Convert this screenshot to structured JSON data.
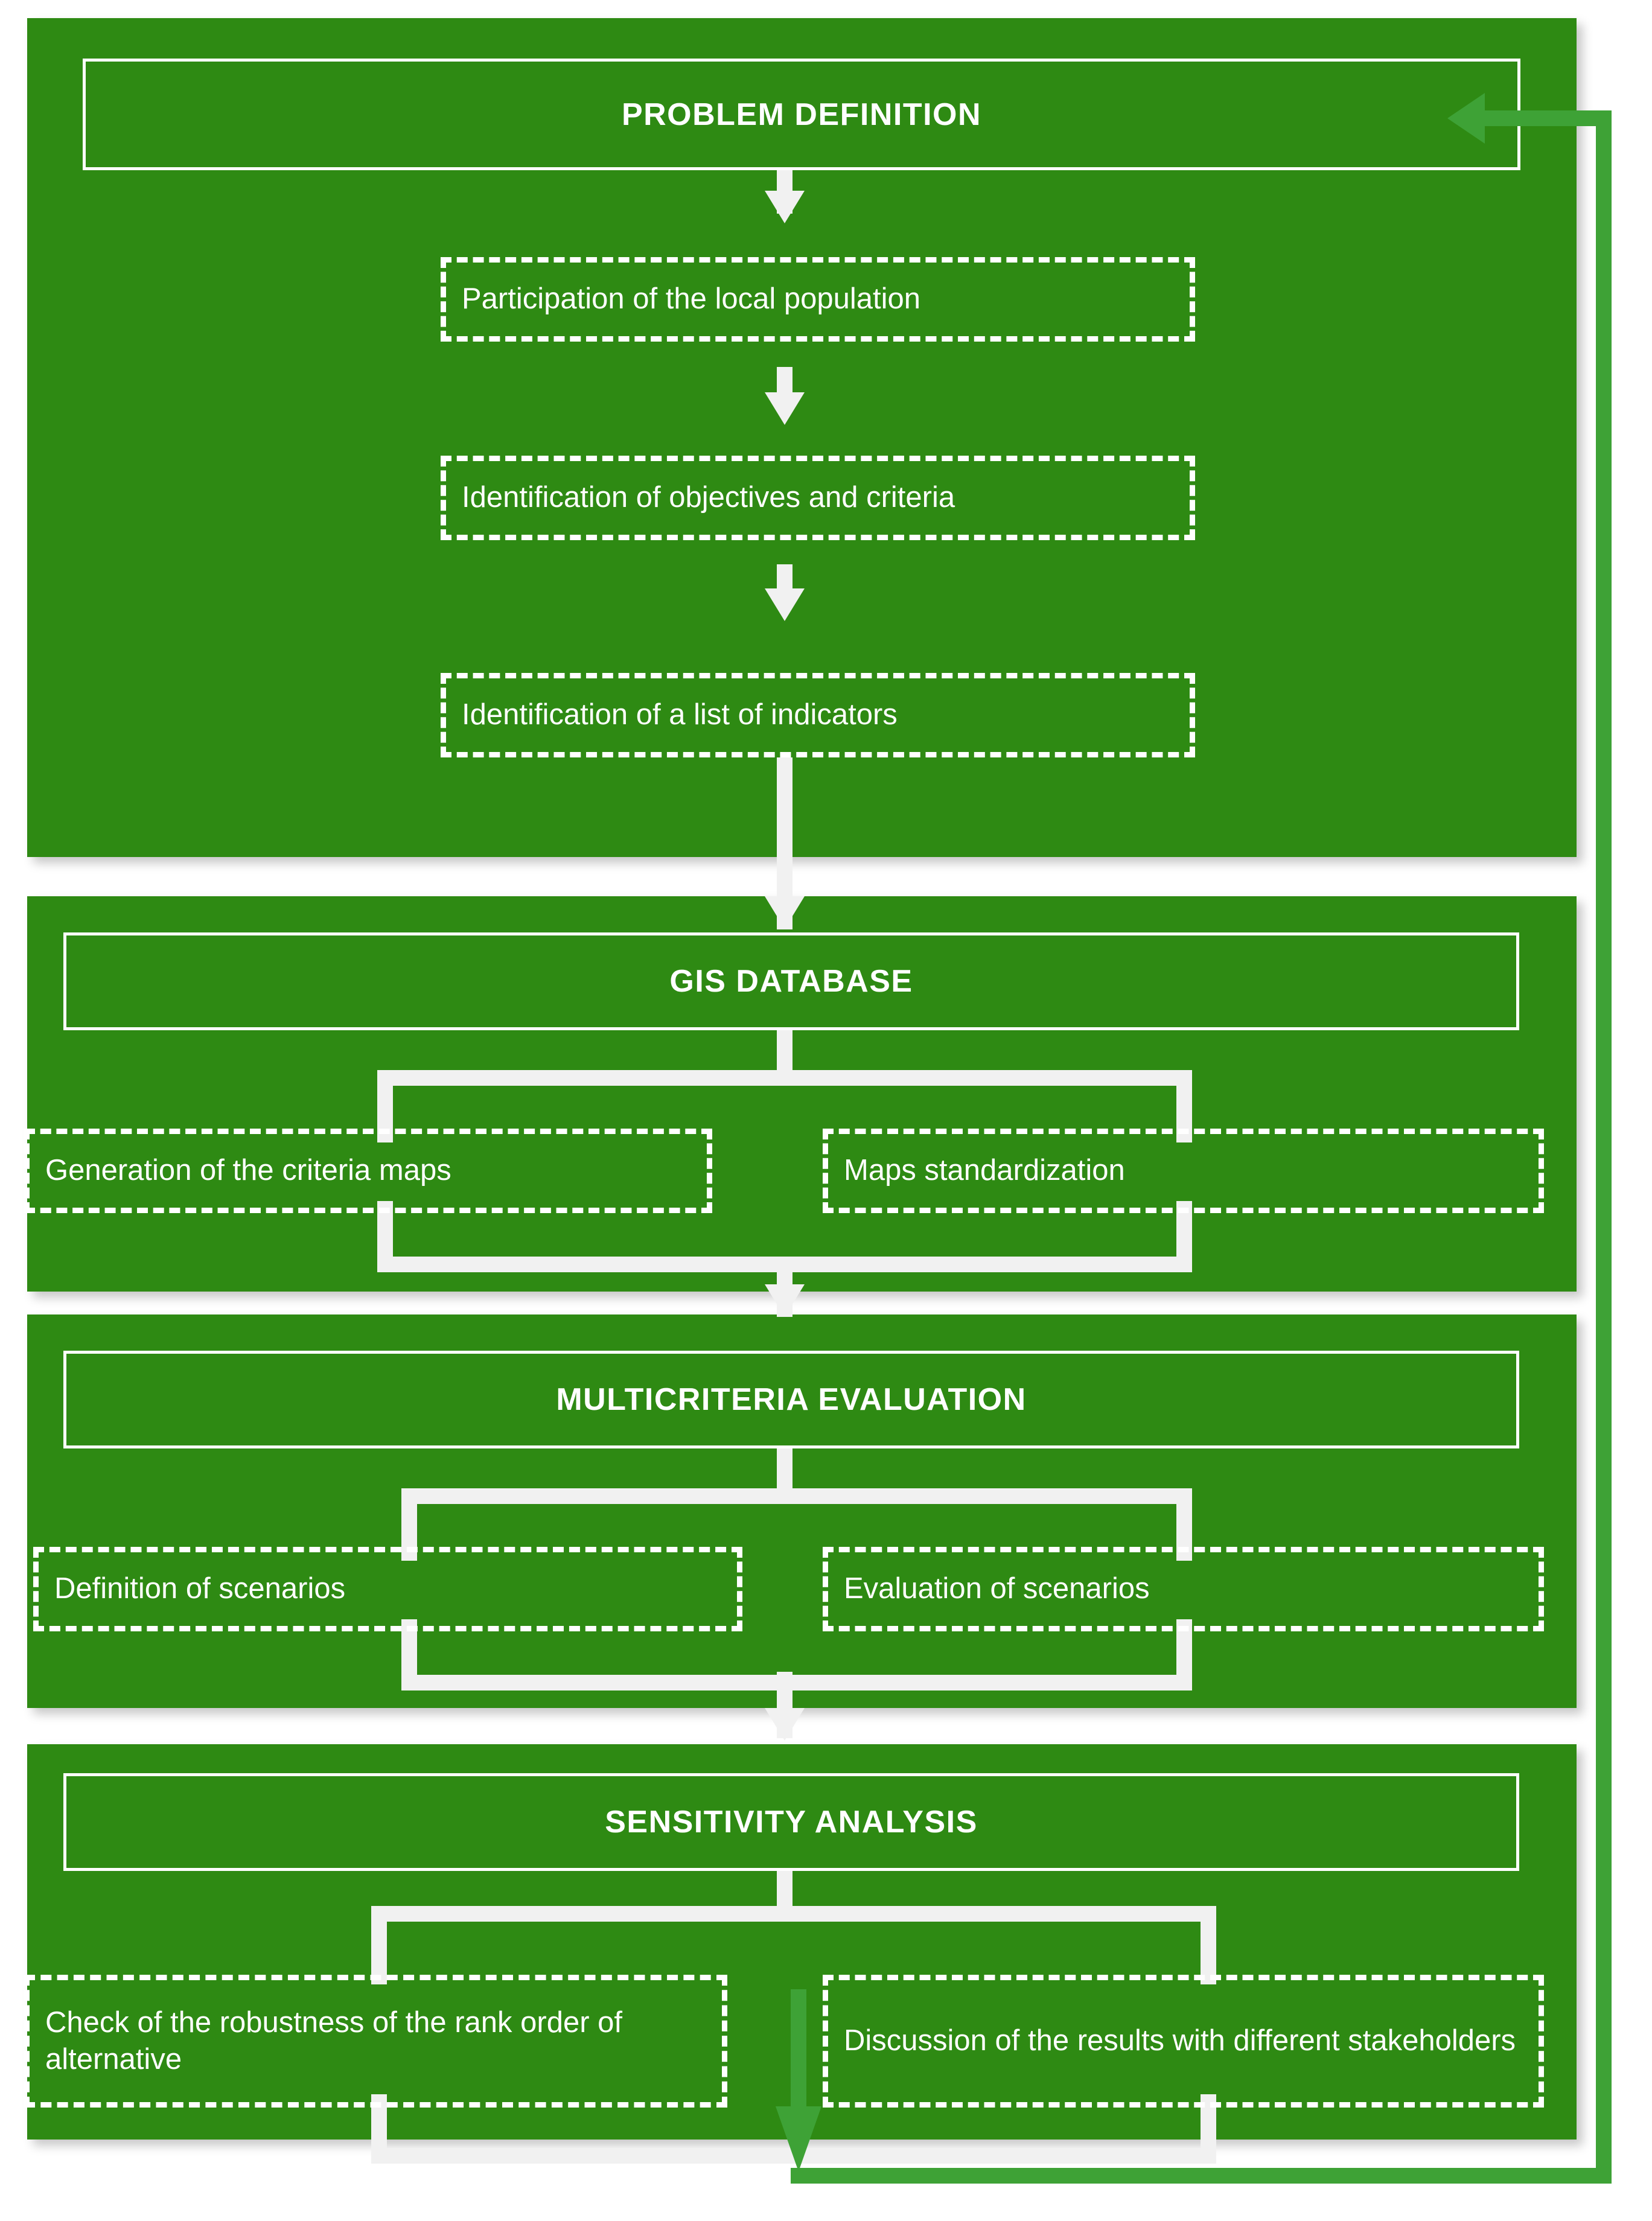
{
  "diagram": {
    "title": "GIS-based multicriteria decision analysis flowchart",
    "colors": {
      "panel_green": "#2e8a13",
      "feedback_green": "#3ea236",
      "line_white": "#f1f1f1",
      "text_white": "#ffffff"
    },
    "stages": [
      {
        "id": "problem-definition",
        "header": "PROBLEM DEFINITION",
        "steps": [
          {
            "label": "Participation of  the local population"
          },
          {
            "label": "Identification of objectives and criteria"
          },
          {
            "label": "Identification of a list of indicators"
          }
        ],
        "layout": "sequential"
      },
      {
        "id": "gis-database",
        "header": "GIS DATABASE",
        "steps": [
          {
            "label": "Generation of the criteria maps"
          },
          {
            "label": "Maps standardization"
          }
        ],
        "layout": "parallel"
      },
      {
        "id": "multicriteria-evaluation",
        "header": "MULTICRITERIA EVALUATION",
        "steps": [
          {
            "label": "Definition of scenarios"
          },
          {
            "label": "Evaluation of scenarios"
          }
        ],
        "layout": "parallel"
      },
      {
        "id": "sensitivity-analysis",
        "header": "SENSITIVITY ANALYSIS",
        "steps": [
          {
            "label": "Check of the robustness of the rank order of alternative"
          },
          {
            "label": "Discussion of the results with different stakeholders"
          }
        ],
        "layout": "parallel"
      }
    ],
    "feedback_loop": {
      "from": "sensitivity-analysis",
      "to": "problem-definition",
      "direction": "bottom-right-up-left",
      "color": "#3ea236"
    }
  }
}
